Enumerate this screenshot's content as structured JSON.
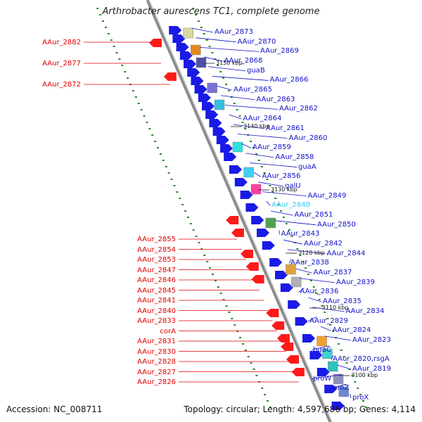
{
  "title": "Arthrobacter aurescens TC1, complete genome",
  "footer": {
    "accession": "Accession: NC_008711",
    "summary": "Topology: circular; Length: 4,597,686 bp; Genes: 4,114"
  },
  "ticks": [
    "3150 kbp",
    "3140 kbp",
    "3130 kbp",
    "3120 kbp",
    "3110 kbp",
    "3100 kbp"
  ],
  "colors": {
    "backbone": "#999999",
    "forward_gene": "#1a1ae6",
    "reverse_gene": "#ff1a1a",
    "left_label": "#e00000",
    "right_label": "#1010c8",
    "highlight_label": "#33c8f0",
    "dotted_track": "#2a8a2a"
  },
  "left_labels": [
    "AAur_2882",
    "AAur_2877",
    "AAur_2872",
    "AAur_2855",
    "AAur_2854",
    "AAur_2853",
    "AAur_2847",
    "AAur_2846",
    "AAur_2845",
    "AAur_2841",
    "AAur_2840",
    "AAur_2833",
    "corA",
    "AAur_2831",
    "AAur_2830",
    "AAur_2828",
    "AAur_2827",
    "AAur_2826"
  ],
  "right_labels": [
    "AAur_2873",
    "AAur_2870",
    "AAur_2869",
    "AAur_2868",
    "guaB",
    "AAur_2866",
    "AAur_2865",
    "AAur_2863",
    "AAur_2862",
    "AAur_2864",
    "AAur_2861",
    "AAur_2860",
    "AAur_2859",
    "AAur_2858",
    "guaA",
    "AAur_2856",
    "galU",
    "AAur_2849",
    "AAur_2848",
    "AAur_2851",
    "AAur_2850",
    "AAur_2843",
    "AAur_2842",
    "AAur_2844",
    "AAur_2838",
    "AAur_2837",
    "AAur_2839",
    "AAur_2836",
    "AAur_2835",
    "AAur_2834",
    "AAur_2829",
    "AAur_2824",
    "AAur_2823",
    "bgaC",
    "AAur_2820,rsgA",
    "AAur_2819",
    "proW",
    "proZ",
    "proX"
  ],
  "highlighted_right_label": "AAur_2848"
}
